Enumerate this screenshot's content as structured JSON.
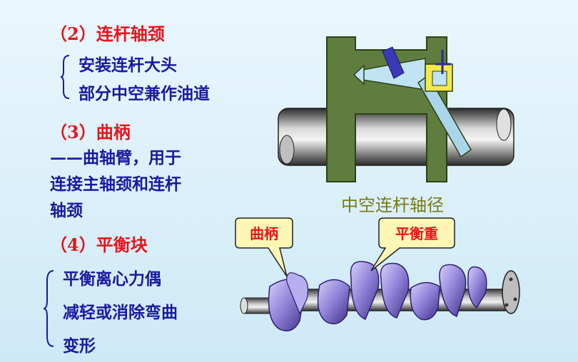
{
  "left_text": {
    "section2": {
      "heading": "（2）连杆轴颈",
      "items": [
        "安装连杆大头",
        "部分中空兼作油道"
      ]
    },
    "section3": {
      "heading": "（3）曲柄",
      "lines": [
        "——曲轴臂，用于",
        "连接主轴颈和连杆",
        "轴颈"
      ]
    },
    "section4": {
      "heading": "（4）平衡块",
      "items": [
        "平衡离心力偶",
        "减轻或消除弯曲",
        "变形"
      ]
    }
  },
  "diagram": {
    "caption": "中空连杆轴径",
    "callout_crank": "曲柄",
    "callout_counterweight": "平衡重"
  },
  "colors": {
    "heading": "#e8141b",
    "body_text": "#1a1aa0",
    "crank_body": "#5e7d3e",
    "crankshaft_purple": "#8d7fd6"
  }
}
